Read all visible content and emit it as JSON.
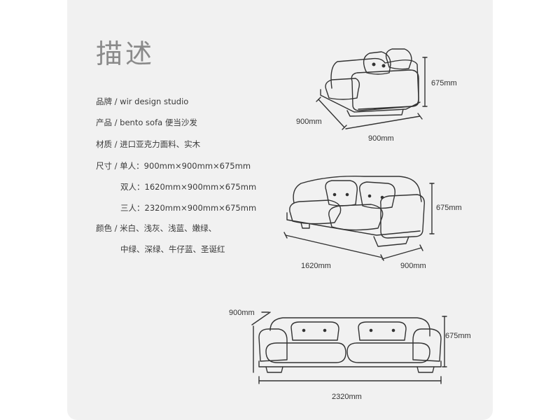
{
  "title": "描述",
  "specs": {
    "brand": "品牌 / wir design studio",
    "product": "产品 / bento sofa 便当沙发",
    "material": "材质 / 进口亚克力面料、实木",
    "size_single": "尺寸 / 单人：900mm×900mm×675mm",
    "size_double": "双人：1620mm×900mm×675mm",
    "size_triple": "三人：2320mm×900mm×675mm",
    "colors_line1": "颜色 / 米白、浅灰、浅蓝、嫩绿、",
    "colors_line2": "中绿、深绿、牛仔蓝、圣诞红"
  },
  "dimensions": {
    "single_height": "675mm",
    "single_depth": "900mm",
    "single_width": "900mm",
    "double_height": "675mm",
    "double_width": "1620mm",
    "double_depth": "900mm",
    "triple_depth": "900mm",
    "triple_height": "675mm",
    "triple_width": "2320mm"
  }
}
